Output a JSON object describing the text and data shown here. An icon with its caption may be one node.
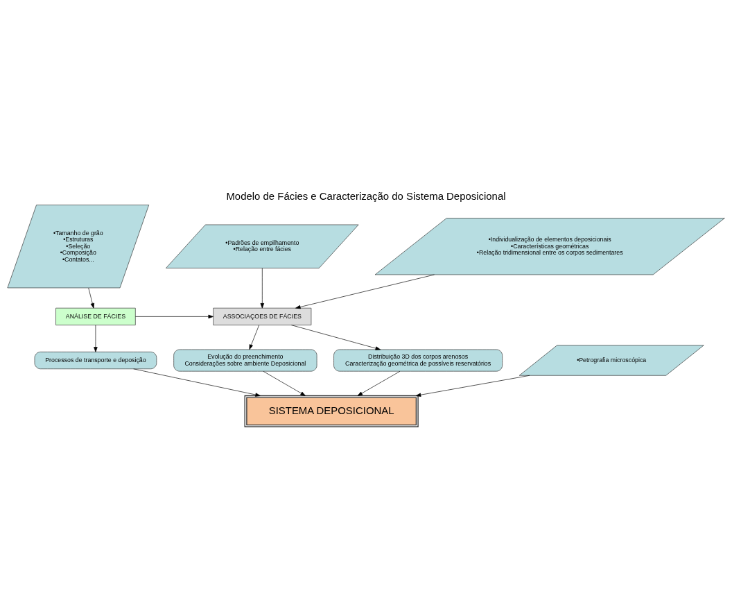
{
  "diagram": {
    "title": "Modelo de Fácies e Caracterização do Sistema Deposicional",
    "nodes": [
      {
        "text": [
          "•Tamanho de grão",
          "•Estruturas",
          "•Seleção",
          "•Composição",
          "•Contatos..."
        ]
      },
      {
        "text": [
          "•Padrões de empilhamento",
          "•Relação entre fácies"
        ]
      },
      {
        "text": [
          "•Individualização de elementos deposicionais",
          "•Características geométricas",
          "•Relação tridimensional entre os corpos sedimentares"
        ]
      },
      {
        "text": [
          "ANÁLISE DE FÁCIES"
        ]
      },
      {
        "text": [
          "ASSOCIAÇOES DE FÁCIES"
        ]
      },
      {
        "text": [
          "Processos de transporte e deposição"
        ]
      },
      {
        "text": [
          "Evolução do preenchimento",
          "Considerações sobre ambiente Deposicional"
        ]
      },
      {
        "text": [
          "Distribuição 3D dos corpos arenosos",
          "Caracterização geométrica de possíveis reservatórios"
        ]
      },
      {
        "text": [
          "•Petrografia microscópica"
        ]
      },
      {
        "text": [
          "SISTEMA DEPOSICIONAL"
        ]
      }
    ],
    "edges": [
      {
        "from": 0,
        "to": 3,
        "arrow": "to"
      },
      {
        "from": 1,
        "to": 4,
        "arrow": "to"
      },
      {
        "from": 2,
        "to": 4,
        "arrow": "to"
      },
      {
        "from": 3,
        "to": 4,
        "arrow": "to"
      },
      {
        "from": 3,
        "to": 5,
        "arrow": "to"
      },
      {
        "from": 4,
        "to": 6,
        "arrow": "to"
      },
      {
        "from": 4,
        "to": 7,
        "arrow": "to"
      },
      {
        "from": 5,
        "to": 9,
        "arrow": "to"
      },
      {
        "from": 6,
        "to": 9,
        "arrow": "to"
      },
      {
        "from": 7,
        "to": 9,
        "arrow": "to"
      },
      {
        "from": 8,
        "to": 9,
        "arrow": "to"
      }
    ]
  }
}
